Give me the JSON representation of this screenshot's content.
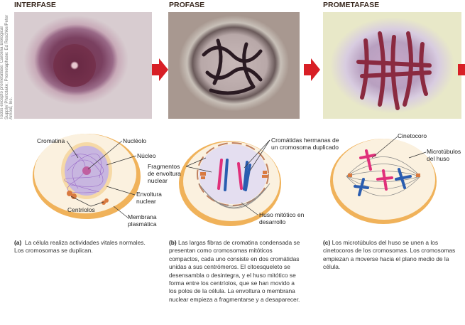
{
  "phases": [
    "INTERFASE",
    "PROFASE",
    "PROMETAFASE"
  ],
  "credit": "Todos excepto prometafase: Carolina Biological Supply/ Phototake; Prometaphase: Ed Reschke/Peter Arnold, Inc.",
  "labels_a": {
    "cromatina": "Cromatina",
    "nucleolo": "Nucléolo",
    "nucleo": "Núcleo",
    "envoltura": "Envoltura nuclear",
    "centriolos": "Centríolos",
    "membrana": "Membrana plasmática"
  },
  "labels_b": {
    "cromatidas": "Cromátidas hermanas de un cromosoma duplicado",
    "fragmentos": "Fragmentos de envoltura nuclear",
    "huso": "Huso mitótico en desarrollo"
  },
  "labels_c": {
    "cinetocoro": "Cinetocoro",
    "microtubulos": "Microtúbulos del huso"
  },
  "captions": [
    {
      "letter": "(a)",
      "text": "La célula realiza actividades vitales normales. Los cromosomas se duplican."
    },
    {
      "letter": "(b)",
      "text": "Las largas fibras de cromatina condensada se presentan como cromosomas mitóticos compactos, cada uno consiste en dos cromátidas unidas a sus centrómeros. El citoesqueleto se desensambla o desintegra, y el huso mitótico se forma entre los centríolos, que se han movido a los polos de la célula. La envoltura o membrana nuclear empieza a fragmentarse y a desaparecer."
    },
    {
      "letter": "(c)",
      "text": "Los microtúbulos del huso se  unen a los cinetocoros de los cromosomas. Los cromosomas empiezan a moverse hacia el plano medio de la célula."
    }
  ],
  "colors": {
    "arrow": "#d81f26",
    "pink": "#e0307a",
    "blue": "#2a5db0",
    "cytoplasm": "#fbf1df",
    "membrane": "#f0b25a"
  }
}
